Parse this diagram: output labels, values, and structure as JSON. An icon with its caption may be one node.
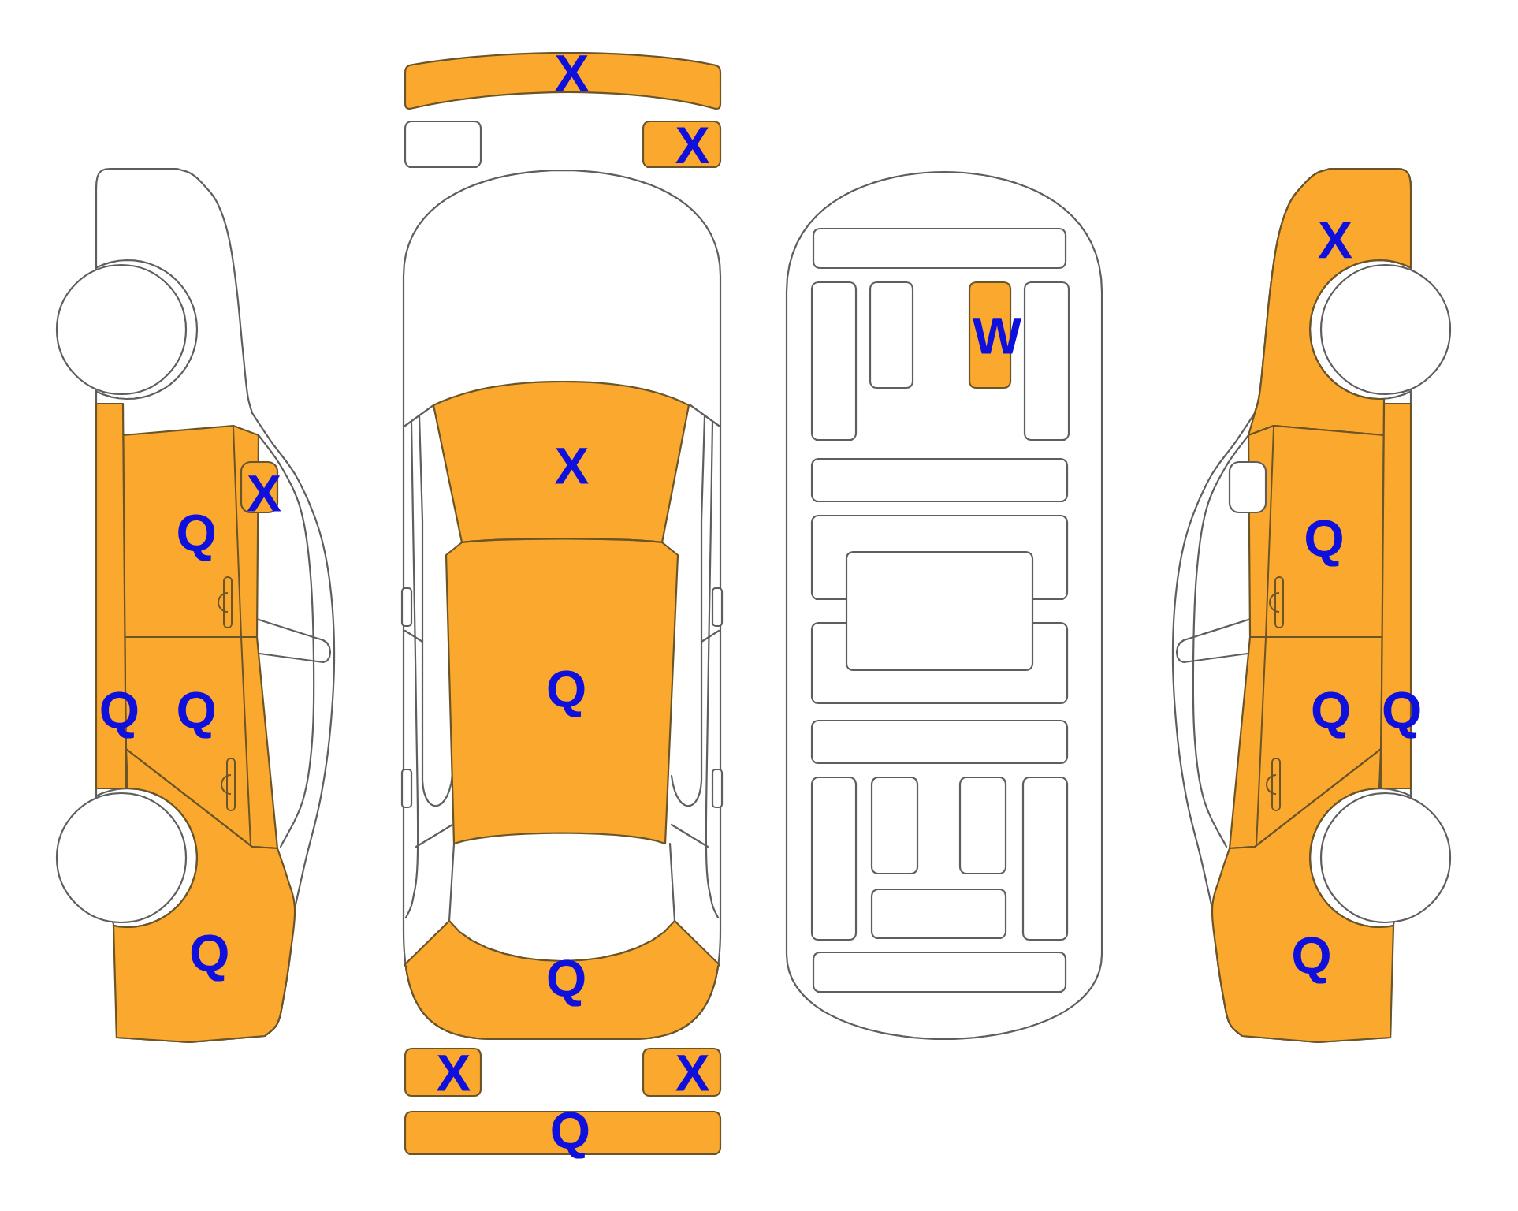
{
  "diagram": {
    "nodes": [
      {
        "text": [
          "X"
        ]
      },
      {
        "text": [
          "Q"
        ]
      },
      {
        "text": [
          "Q"
        ]
      },
      {
        "text": [
          "Q"
        ]
      },
      {
        "text": [
          "Q"
        ]
      },
      {
        "text": [
          "X"
        ]
      },
      {
        "text": [
          "X"
        ]
      },
      {
        "text": [
          "X"
        ]
      },
      {
        "text": [
          "Q"
        ]
      },
      {
        "text": [
          "Q"
        ]
      },
      {
        "text": [
          "X"
        ]
      },
      {
        "text": [
          "X"
        ]
      },
      {
        "text": [
          "Q"
        ]
      },
      {
        "text": [
          "W"
        ]
      },
      {
        "text": [
          "X"
        ]
      },
      {
        "text": [
          "Q"
        ]
      },
      {
        "text": [
          "Q"
        ]
      },
      {
        "text": [
          "Q"
        ]
      },
      {
        "text": [
          "Q"
        ]
      }
    ]
  }
}
